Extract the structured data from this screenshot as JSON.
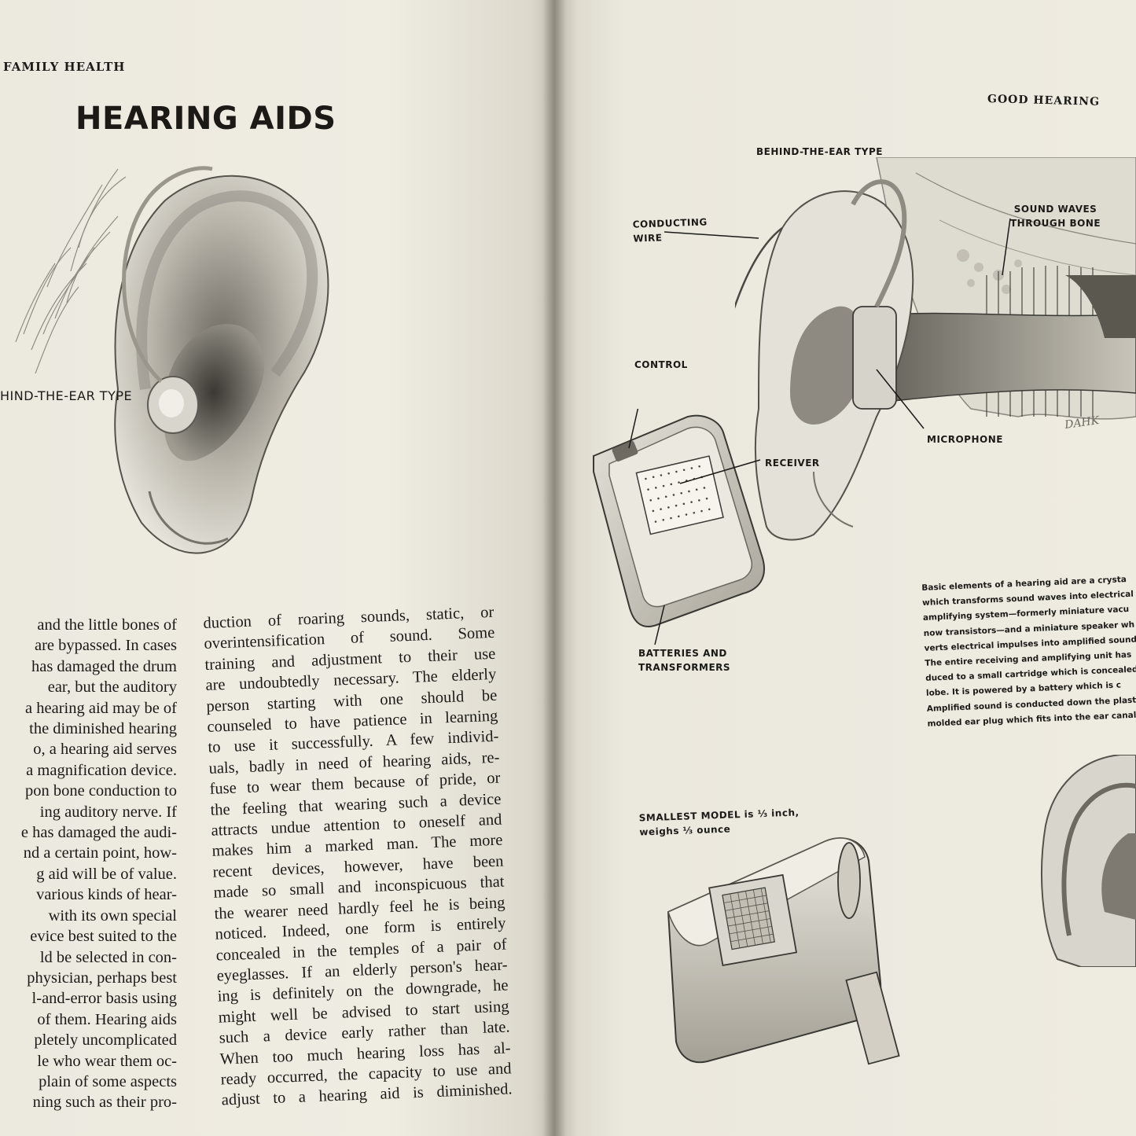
{
  "left_page": {
    "running_head": "FAMILY HEALTH",
    "title": "HEARING AIDS",
    "figure_label": "HIND-THE-EAR TYPE",
    "column_left": [
      "and the little bones of",
      "are bypassed. In cases",
      "has damaged the drum",
      "ear, but the auditory",
      "a hearing aid may be of",
      "the diminished hearing",
      "o, a hearing aid serves",
      "a magnification device.",
      "pon bone conduction to",
      "ing auditory nerve. If",
      "e has damaged the audi-",
      "nd a certain point, how-",
      "g aid will be of value.",
      "various kinds of hear-",
      "with its own special",
      "evice best suited to the",
      "ld be selected in con-",
      "physician, perhaps best",
      "l-and-error basis using",
      "of them. Hearing aids",
      "pletely uncomplicated",
      "le who wear them oc-",
      "plain of some aspects",
      "ning such as their pro-"
    ],
    "column_right": [
      "duction of roaring sounds, static, or",
      "overintensification of sound. Some",
      "training and adjustment to their use",
      "are undoubtedly necessary. The elderly",
      "person starting with one should be",
      "counseled to have patience in learning",
      "to use it successfully. A few individ-",
      "uals, badly in need of hearing aids, re-",
      "fuse to wear them because of pride, or",
      "the feeling that wearing such a device",
      "attracts undue attention to oneself and",
      "makes him a marked man. The more",
      "recent devices, however, have been",
      "made so small and inconspicuous that",
      "the wearer need hardly feel he is being",
      "noticed. Indeed, one form is entirely",
      "concealed in the temples of a pair of",
      "eyeglasses. If an elderly person's hear-",
      "ing is definitely on the downgrade, he",
      "might well be advised to start using",
      "such a device early rather than late.",
      "When too much hearing loss has al-",
      "ready occurred, the capacity to use and",
      "adjust to a hearing aid is diminished."
    ]
  },
  "right_page": {
    "running_head": "GOOD HEARING",
    "figure_title": "BEHIND-THE-EAR TYPE",
    "labels": {
      "conducting_wire": [
        "CONDUCTING",
        "WIRE"
      ],
      "sound_waves": [
        "SOUND WAVES",
        "THROUGH BONE"
      ],
      "control": "CONTROL",
      "receiver": "RECEIVER",
      "microphone": "MICROPHONE",
      "batteries": [
        "BATTERIES AND",
        "TRANSFORMERS"
      ],
      "signature": "DAHK"
    },
    "caption": [
      "Basic elements of a hearing aid are a crysta",
      "which transforms sound waves into electrical cu",
      "amplifying system—formerly miniature vacu",
      "now transistors—and a miniature speaker wh",
      "verts electrical impulses into amplified sound",
      "The entire receiving and amplifying unit has",
      "duced to a small cartridge which is concealed",
      "lobe. It is powered by a battery which is c",
      "Amplified sound is conducted down the plasti",
      "molded ear plug which fits into the ear canal"
    ],
    "smallest_model": [
      "SMALLEST MODEL is ⅓ inch,",
      "weighs ⅓ ounce"
    ]
  }
}
